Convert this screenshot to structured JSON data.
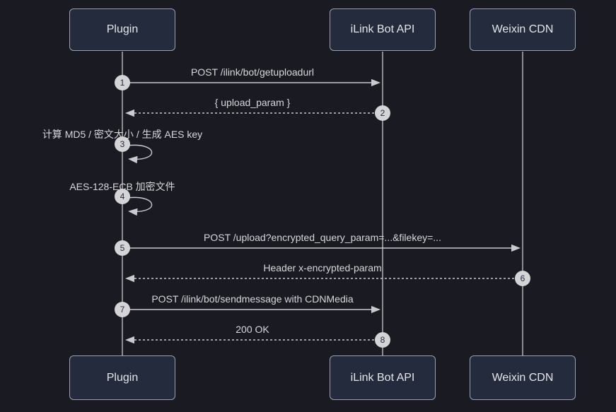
{
  "diagram": {
    "type": "sequence-diagram",
    "actors": [
      {
        "label": "Plugin"
      },
      {
        "label": "iLink Bot API"
      },
      {
        "label": "Weixin CDN"
      }
    ],
    "messages": [
      {
        "number": "1",
        "from": "Plugin",
        "to": "iLink Bot API",
        "text": "POST /ilink/bot/getuploadurl",
        "line": "solid"
      },
      {
        "number": "2",
        "from": "iLink Bot API",
        "to": "Plugin",
        "text": "{ upload_param }",
        "line": "dashed"
      },
      {
        "number": "3",
        "from": "Plugin",
        "to": "Plugin",
        "text": "计算 MD5 / 密文大小 / 生成 AES key",
        "line": "self-loop"
      },
      {
        "number": "4",
        "from": "Plugin",
        "to": "Plugin",
        "text": "AES-128-ECB 加密文件",
        "line": "self-loop"
      },
      {
        "number": "5",
        "from": "Plugin",
        "to": "Weixin CDN",
        "text": "POST /upload?encrypted_query_param=...&filekey=...",
        "line": "solid"
      },
      {
        "number": "6",
        "from": "Weixin CDN",
        "to": "Plugin",
        "text": "Header x-encrypted-param",
        "line": "dashed"
      },
      {
        "number": "7",
        "from": "Plugin",
        "to": "iLink Bot API",
        "text": "POST /ilink/bot/sendmessage with CDNMedia",
        "line": "solid"
      },
      {
        "number": "8",
        "from": "iLink Bot API",
        "to": "Plugin",
        "text": "200 OK",
        "line": "dashed"
      }
    ],
    "colors": {
      "background": "#1a1a22",
      "actor_fill": "#242b3c",
      "actor_border": "#9aa0af",
      "line": "#c9cacd",
      "text": "#d7d7da",
      "number_badge_fill": "#d4d4d6",
      "number_badge_text": "#252b3d"
    }
  }
}
